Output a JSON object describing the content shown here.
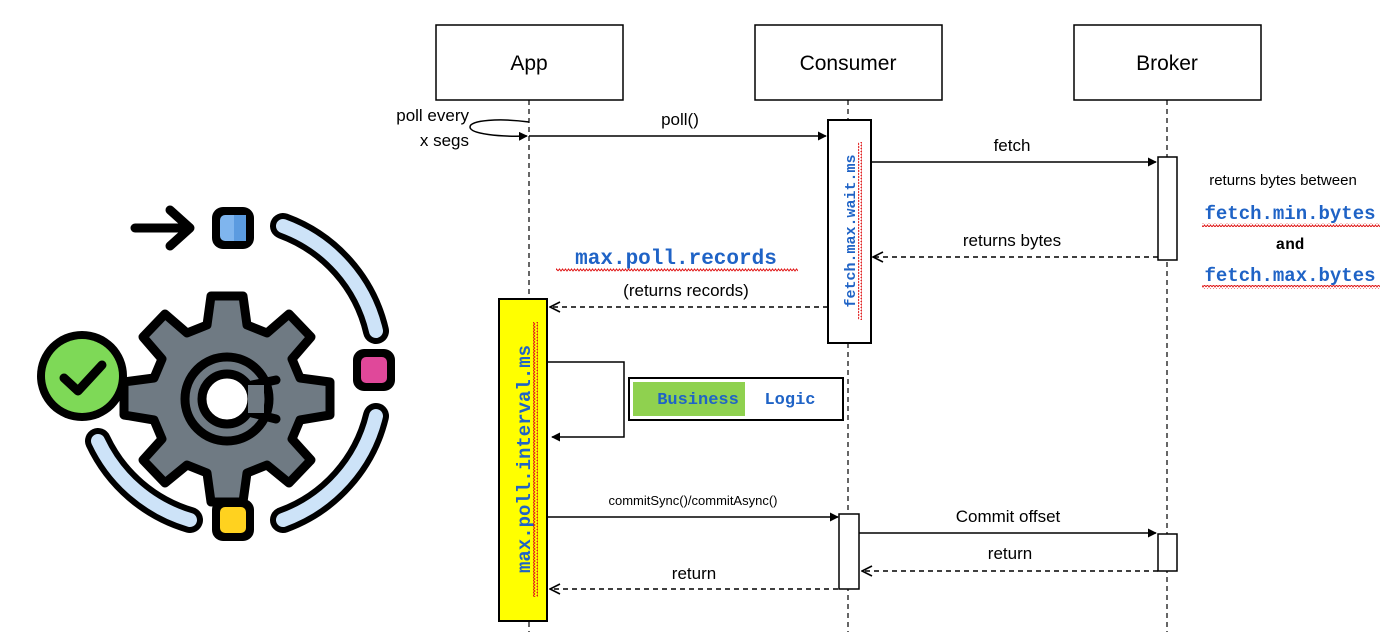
{
  "participants": {
    "app": "App",
    "consumer": "Consumer",
    "broker": "Broker"
  },
  "self_call": {
    "line1": "poll every",
    "line2": "x segs"
  },
  "messages": {
    "poll": "poll()",
    "fetch": "fetch",
    "returns_bytes": "returns bytes",
    "returns_records": "(returns records)",
    "commit_call": "commitSync()/commitAsync()",
    "commit_offset": "Commit offset",
    "return_broker": "return",
    "return_consumer": "return"
  },
  "config_labels": {
    "max_poll_records": "max.poll.records",
    "fetch_max_wait": "fetch.max.wait.ms",
    "max_poll_interval": "max.poll.interval.ms",
    "fetch_min_bytes": "fetch.min.bytes",
    "fetch_max_bytes": "fetch.max.bytes"
  },
  "broker_note": {
    "intro": "returns bytes between",
    "conjunction": "and"
  },
  "business_logic": {
    "word1": "Business",
    "word2": "Logic"
  },
  "icon": {
    "name": "gear-cycle-illustration",
    "colors": {
      "gear": "#6f7a83",
      "ring": "#cde3f8",
      "check": "#7ed957",
      "blue_square": "#7fb5ee",
      "pink_square": "#e0489a",
      "yellow_square": "#ffd21f"
    }
  },
  "colors": {
    "config_text": "#1f63c6",
    "squiggle": "#e01b1b",
    "interval_bar": "#ffff00",
    "business_green": "#8fd14f"
  }
}
